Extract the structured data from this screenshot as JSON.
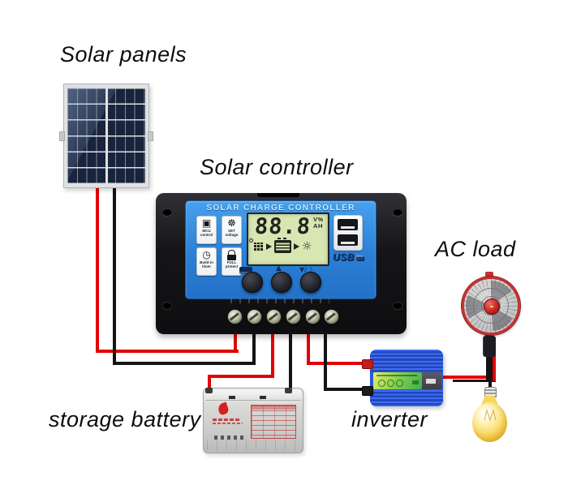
{
  "labels": {
    "solar_panels": "Solar panels",
    "solar_controller": "Solar controller",
    "ac_load": "AC load",
    "storage_battery": "storage battery",
    "inverter": "inverter"
  },
  "controller": {
    "title": "SOLAR CHARGE CONTROLLER",
    "lcd": {
      "reading": "88.8",
      "unit_top": "V%",
      "unit_bottom": "AH"
    },
    "usb_label": "USB",
    "function_keys": [
      {
        "icon": "mcu-chip-icon",
        "glyph": "▣",
        "line1": "MCU",
        "line2": "control"
      },
      {
        "icon": "gear-icon",
        "glyph": "☸",
        "line1": "SET",
        "line2": "voltage"
      },
      {
        "icon": "clock-icon",
        "glyph": "◷",
        "line1": "Build-in",
        "line2": "timer"
      },
      {
        "icon": "lock-icon",
        "glyph": "",
        "line1": "FULL",
        "line2": "protect"
      }
    ],
    "button_symbols": {
      "middle": "▲",
      "right": "▼/☽"
    }
  },
  "colors": {
    "controller_face": "#2e8ee4",
    "lcd_background": "#d8e6b2",
    "inverter_body": "#2b57d8",
    "wire_positive": "#e40000",
    "wire_negative": "#141414",
    "fan_accent": "#c23232",
    "bulb_glass": "#f5c93e"
  }
}
